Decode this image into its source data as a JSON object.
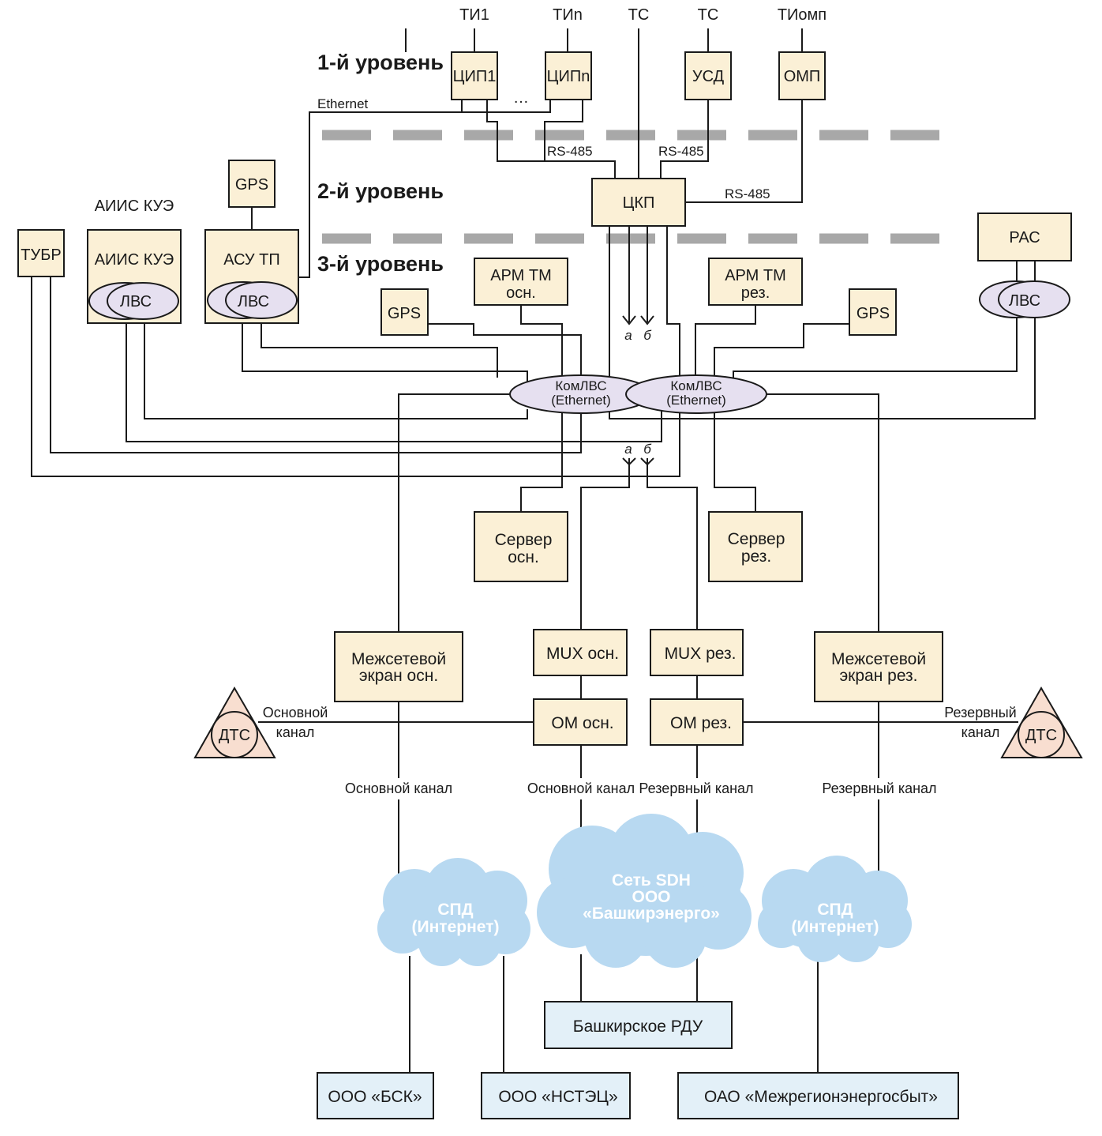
{
  "levels": {
    "l1": "1-й уровень",
    "l2": "2-й уровень",
    "l3": "3-й уровень"
  },
  "signals": {
    "ti1": "ТИ1",
    "tin": "ТИn",
    "tc1": "ТС",
    "tc2": "ТС",
    "tiomp": "ТИомп"
  },
  "boxes": {
    "cip1": "ЦИП1",
    "cipn": "ЦИПn",
    "usd": "УСД",
    "omp": "ОМП",
    "ckp": "ЦКП",
    "gps_top": "GPS",
    "tubr": "ТУБР",
    "aiis_label": "АИИС КУЭ",
    "aiis": "АИИС КУЭ",
    "asutp": "АСУ ТП",
    "pac": "РАС",
    "arm_osn_1": "АРМ ТМ",
    "arm_osn_2": "осн.",
    "arm_rez_1": "АРМ ТМ",
    "arm_rez_2": "рез.",
    "gps_left": "GPS",
    "gps_right": "GPS",
    "server_osn_1": "Сервер",
    "server_osn_2": "осн.",
    "server_rez_1": "Сервер",
    "server_rez_2": "рез.",
    "fw_osn_1": "Межсетевой",
    "fw_osn_2": "экран осн.",
    "fw_rez_1": "Межсетевой",
    "fw_rez_2": "экран рез.",
    "mux_osn": "MUX осн.",
    "mux_rez": "MUX рез.",
    "om_osn": "ОМ осн.",
    "om_rez": "ОМ рез.",
    "dtc_left": "ДТС",
    "dtc_right": "ДТС",
    "rdu": "Башкирское РДУ",
    "bsk": "ООО «БСК»",
    "nstec": "ООО «НСТЭЦ»",
    "mrsb": "ОАО «Межрегионэнергосбыт»"
  },
  "lan": {
    "aiis": "ЛВС",
    "asutp": "ЛВС",
    "pac": "ЛВС",
    "kom1_1": "КомЛВС",
    "kom1_2": "(Ethernet)",
    "kom2_1": "КомЛВС",
    "kom2_2": "(Ethernet)"
  },
  "links": {
    "ethernet": "Ethernet",
    "rs485_1": "RS-485",
    "rs485_2": "RS-485",
    "rs485_3": "RS-485",
    "ellipsis": "…",
    "a_top": "а",
    "b_top": "б",
    "a_bot": "а",
    "b_bot": "б",
    "main_left_1": "Основной",
    "main_left_2": "канал",
    "res_right_1": "Резервный",
    "res_right_2": "канал",
    "ch_main_1": "Основной канал",
    "ch_main_2": "Основной канал",
    "ch_res_1": "Резервный канал",
    "ch_res_2": "Резервный канал"
  },
  "clouds": {
    "spd_left_1": "СПД",
    "spd_left_2": "(Интернет)",
    "sdh_1": "Сеть SDH",
    "sdh_2": "ООО",
    "sdh_3": "«Башкирэнерго»",
    "spd_right_1": "СПД",
    "spd_right_2": "(Интернет)"
  },
  "colors": {
    "box": "#fbf0d6",
    "box_blue": "#e3f0f8",
    "lan": "#e6e0f0",
    "cloud": "#b8d9f1",
    "dts": "#f8ded0",
    "dash": "#a8a8a8"
  }
}
